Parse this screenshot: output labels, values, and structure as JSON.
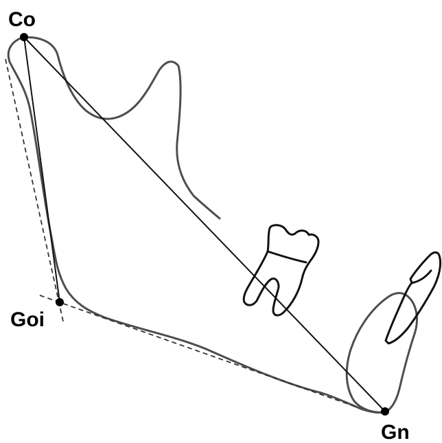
{
  "landmarks": {
    "co": {
      "label": "Co"
    },
    "goi": {
      "label": "Goi"
    },
    "gn": {
      "label": "Gn"
    }
  },
  "colors": {
    "outline": "#4d4d4d",
    "lines": "#111111",
    "points": "#000000",
    "background": "#ffffff"
  }
}
